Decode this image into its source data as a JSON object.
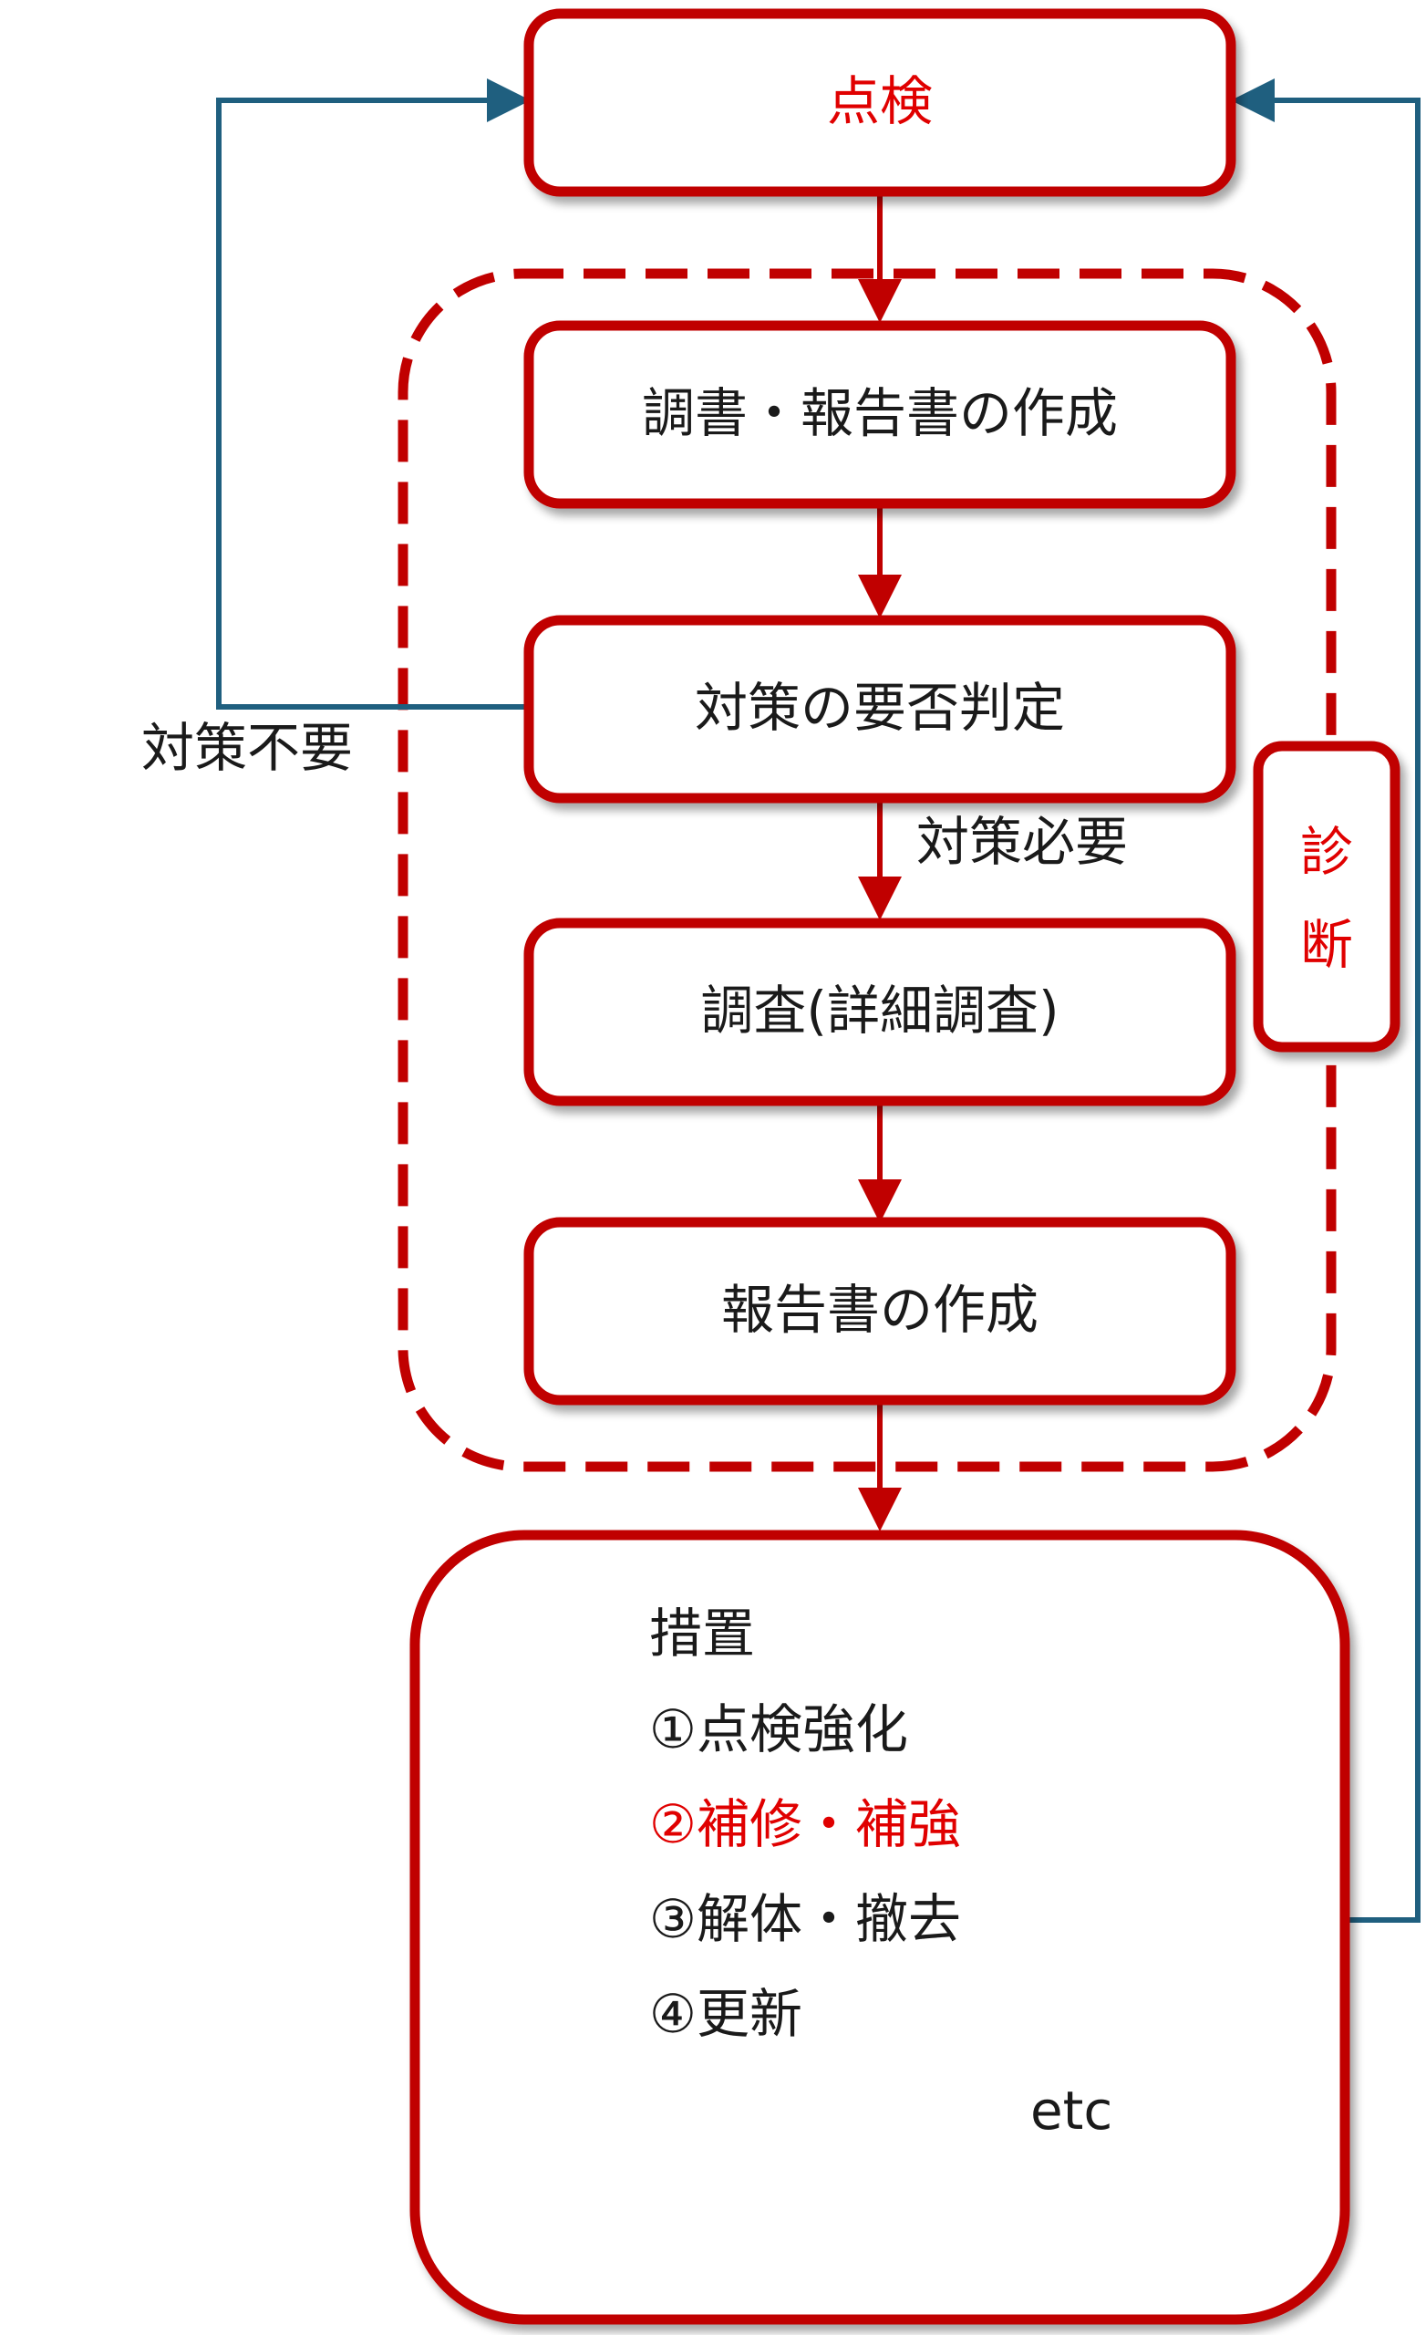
{
  "colors": {
    "box_border": "#c00000",
    "highlight_text": "#e00000",
    "feedback_arrow": "#1f5f7f",
    "body_text": "#1a1a1a"
  },
  "nodes": {
    "inspection": "点検",
    "create_record": "調書・報告書の作成",
    "necessity_judgment": "対策の要否判定",
    "detailed_survey": "調査(詳細調査)",
    "create_report": "報告書の作成"
  },
  "group_label": [
    "診",
    "断"
  ],
  "edge_labels": {
    "not_needed": "対策不要",
    "needed": "対策必要"
  },
  "measures": {
    "title": "措置",
    "items": [
      {
        "text": "①点検強化",
        "highlight": false
      },
      {
        "text": "②補修・補強",
        "highlight": true
      },
      {
        "text": "③解体・撤去",
        "highlight": false
      },
      {
        "text": "④更新",
        "highlight": false
      }
    ],
    "etc": "etc"
  }
}
